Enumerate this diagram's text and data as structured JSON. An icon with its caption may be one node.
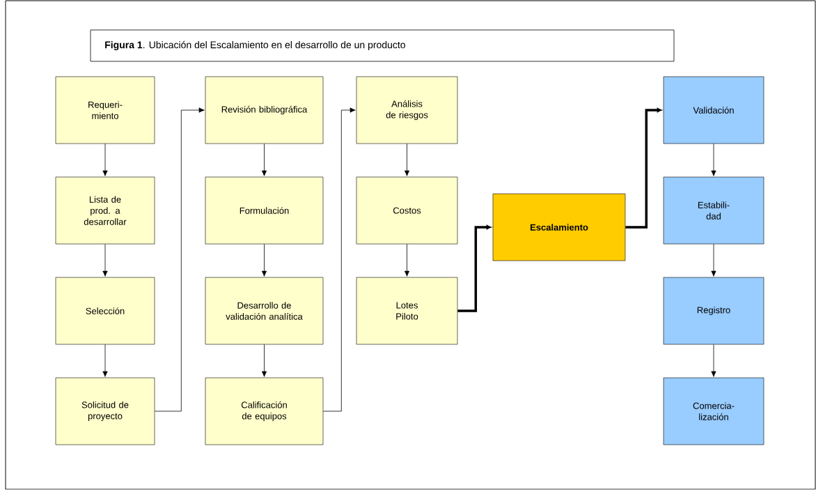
{
  "diagram": {
    "title": "**Figura 1**. Ubicación del Escalamiento en el desarrollo de un producto",
    "nodes": [
      {
        "text": [
          "Requeri- miento"
        ]
      },
      {
        "text": [
          "Lista de prod. a desarrollar"
        ]
      },
      {
        "text": [
          "Selección"
        ]
      },
      {
        "text": [
          "Solicitud de proyecto"
        ]
      },
      {
        "text": [
          "Revisión bibliográfica"
        ]
      },
      {
        "text": [
          "Formulación"
        ]
      },
      {
        "text": [
          "Desarrollo de validación analítica"
        ]
      },
      {
        "text": [
          "Calificación de equipos"
        ]
      },
      {
        "text": [
          "Análisis de riesgos"
        ]
      },
      {
        "text": [
          "Costos"
        ]
      },
      {
        "text": [
          "Lotes Piloto"
        ]
      },
      {
        "text": [
          "Escalamiento"
        ]
      },
      {
        "text": [
          "Validación"
        ]
      },
      {
        "text": [
          "Estabili- dad"
        ]
      },
      {
        "text": [
          "Registro"
        ]
      },
      {
        "text": [
          "Comercia- lización"
        ]
      }
    ],
    "edges": [
      {
        "from": 0,
        "to": 1,
        "arrow": "to"
      },
      {
        "from": 1,
        "to": 2,
        "arrow": "to"
      },
      {
        "from": 2,
        "to": 3,
        "arrow": "to"
      },
      {
        "from": 3,
        "to": 4,
        "arrow": "to"
      },
      {
        "from": 4,
        "to": 5,
        "arrow": "to"
      },
      {
        "from": 5,
        "to": 6,
        "arrow": "to"
      },
      {
        "from": 6,
        "to": 7,
        "arrow": "to"
      },
      {
        "from": 7,
        "to": 8,
        "arrow": "to"
      },
      {
        "from": 8,
        "to": 9,
        "arrow": "to"
      },
      {
        "from": 9,
        "to": 10,
        "arrow": "to"
      },
      {
        "from": 10,
        "to": 11,
        "arrow": "to",
        "style": "thick"
      },
      {
        "from": 11,
        "to": 12,
        "arrow": "to",
        "style": "thick"
      },
      {
        "from": 12,
        "to": 13,
        "arrow": "to"
      },
      {
        "from": 13,
        "to": 14,
        "arrow": "to"
      },
      {
        "from": 14,
        "to": 15,
        "arrow": "to"
      }
    ]
  }
}
